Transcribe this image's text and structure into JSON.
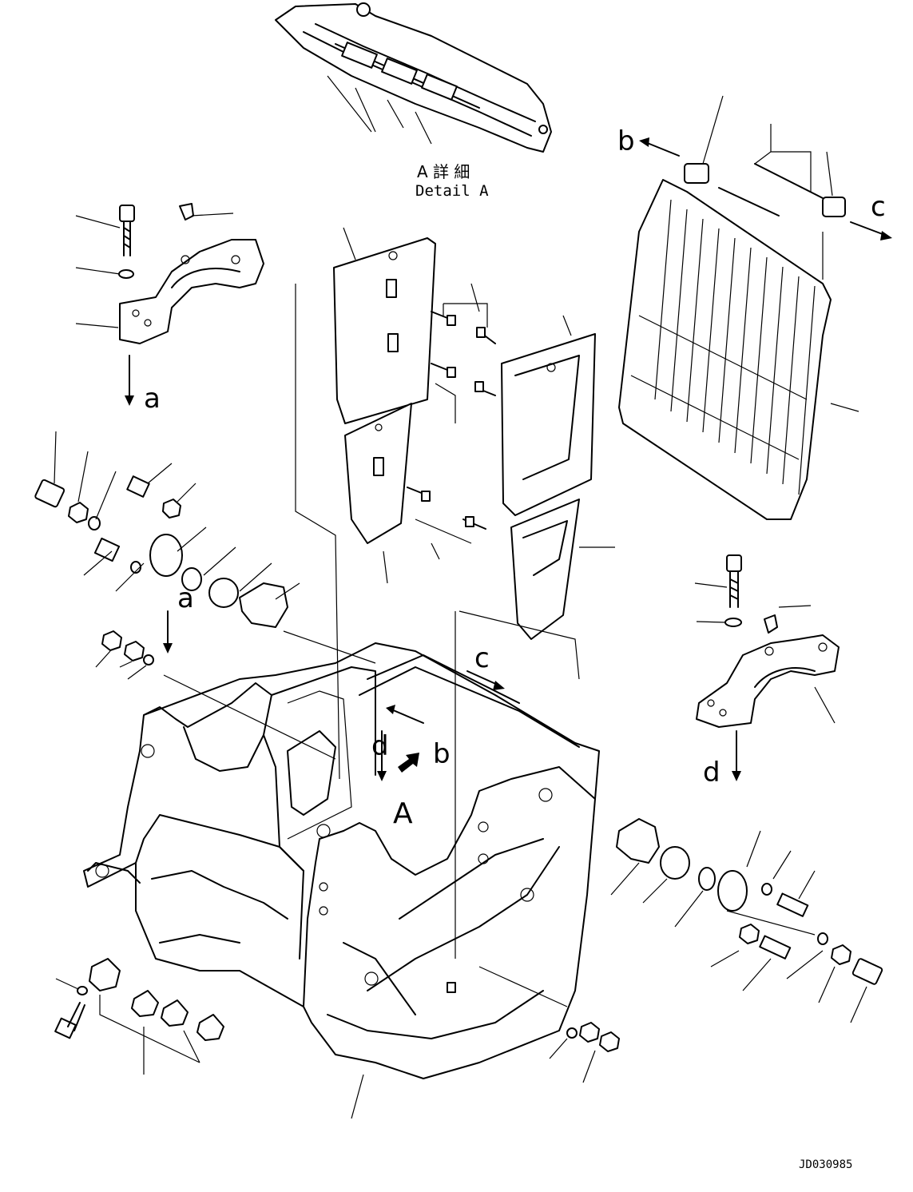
{
  "detail_caption": {
    "line1": "A 詳 細",
    "line2": "Detail A"
  },
  "view_labels": {
    "a_top": "a",
    "a_mid": "a",
    "b_top": "b",
    "b_mid": "b",
    "c_top": "c",
    "c_mid": "c",
    "d_mid": "d",
    "d_right": "d",
    "A_view": "A"
  },
  "drawing_number": "JD030985"
}
